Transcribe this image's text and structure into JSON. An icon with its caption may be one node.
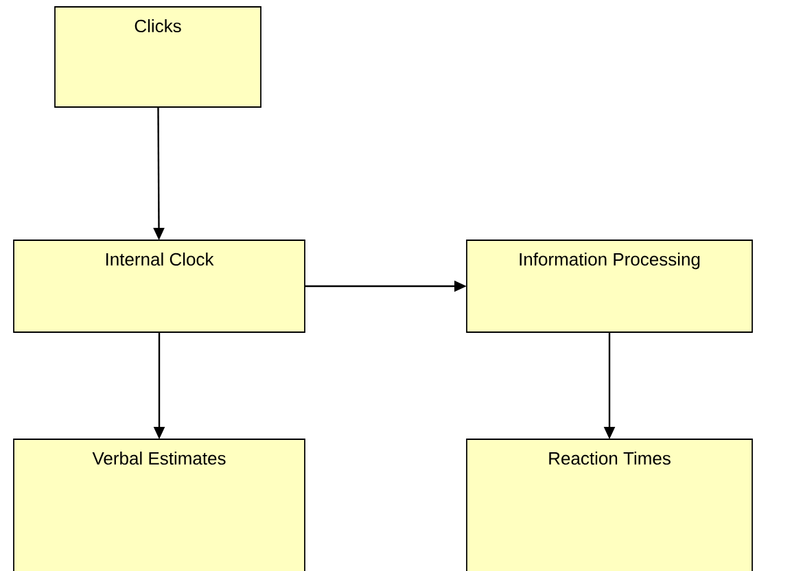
{
  "diagram": {
    "nodes": [
      {
        "text": [
          "Clicks"
        ]
      },
      {
        "text": [
          "Internal Clock"
        ]
      },
      {
        "text": [
          "Information Processing"
        ]
      },
      {
        "text": [
          "Verbal Estimates"
        ]
      },
      {
        "text": [
          "Reaction Times"
        ]
      }
    ],
    "edges": [
      {
        "from": 0,
        "to": 1,
        "arrow": "to"
      },
      {
        "from": 1,
        "to": 2,
        "arrow": "to"
      },
      {
        "from": 1,
        "to": 3,
        "arrow": "to"
      },
      {
        "from": 2,
        "to": 4,
        "arrow": "to"
      }
    ]
  }
}
